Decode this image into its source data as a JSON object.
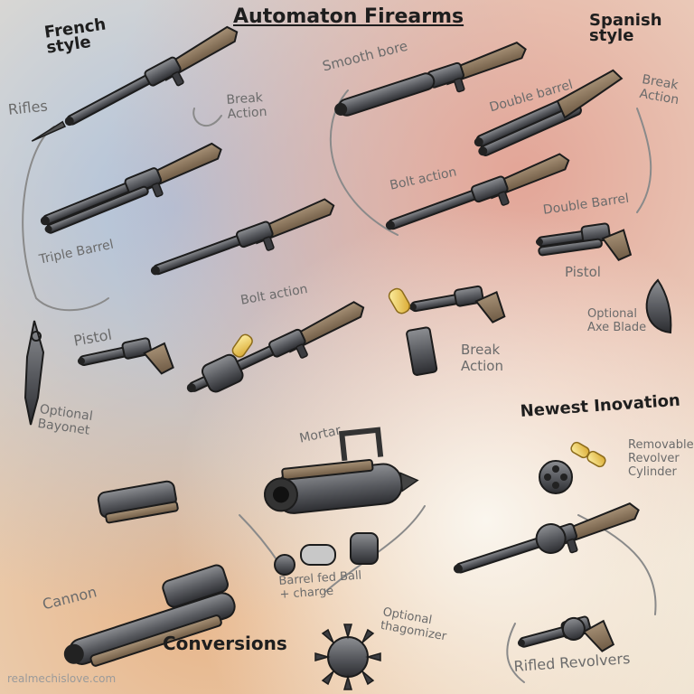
{
  "title": "Automaton Firearms",
  "sections": {
    "french": "French style",
    "spanish": "Spanish style",
    "newest": "Newest Inovation",
    "conversions": "Conversions"
  },
  "labels": {
    "rifles": "Rifles",
    "break_action_fr": "Break Action",
    "triple_barrel": "Triple Barrel",
    "bolt_action_fr": "Bolt action",
    "pistol_fr": "Pistol",
    "optional_bayonet": "Optional Bayonet",
    "smooth_bore": "Smooth bore",
    "double_barrel_rifle": "Double barrel",
    "break_action_es": "Break Action",
    "bolt_action_es": "Bolt action",
    "double_barrel_pistol": "Double Barrel",
    "pistol_es": "Pistol",
    "break_action_es2": "Break Action",
    "optional_axe_blade": "Optional Axe Blade",
    "mortar": "Mortar",
    "cannon": "Cannon",
    "barrel_fed": "Barrel fed Ball + charge",
    "optional_thagomizer": "Optional thagomizer",
    "removable_cylinder": "Removable Revolver Cylinder",
    "rifled_revolvers": "Rifled Revolvers"
  },
  "credit": "realmechislove.com"
}
